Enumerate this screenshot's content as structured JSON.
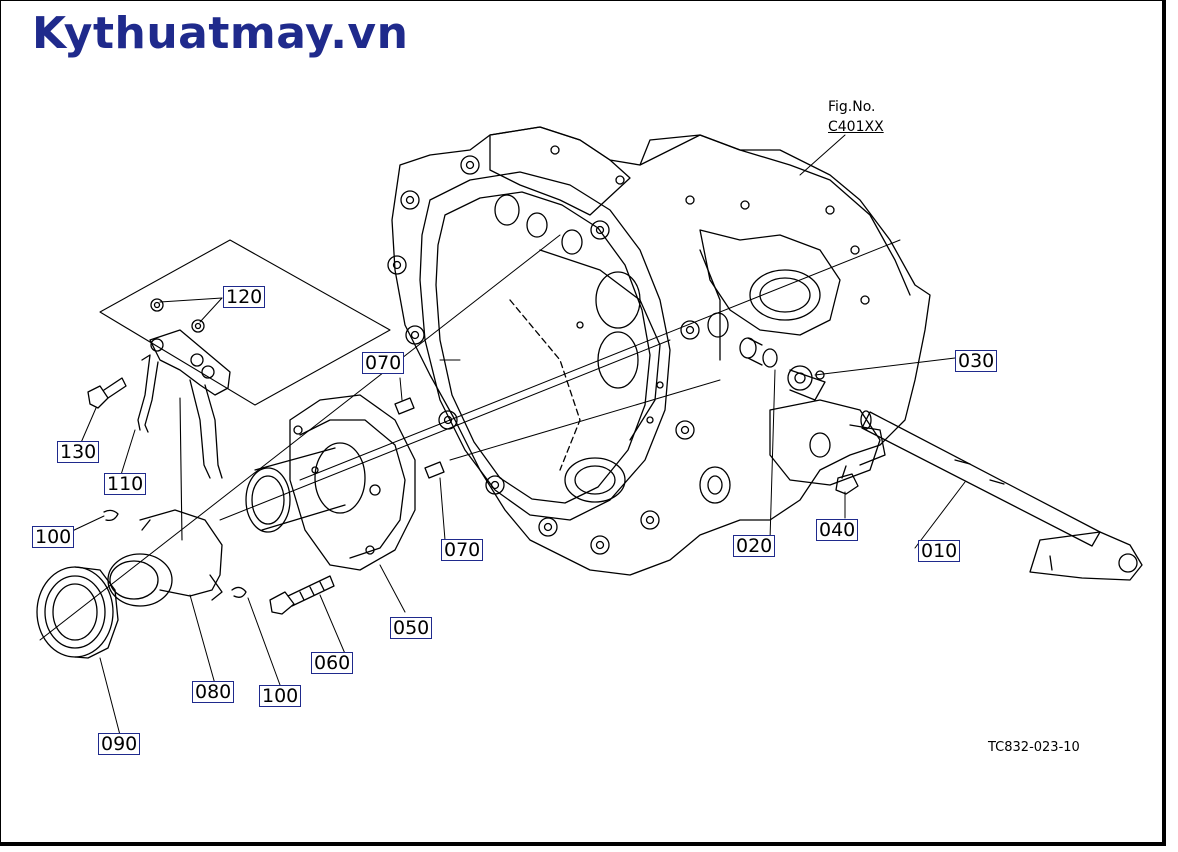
{
  "brand": {
    "text": "Kythuatmay.vn",
    "color": "#1f2a8c"
  },
  "figure": {
    "label": "Fig.No.",
    "code": "C401XX",
    "reference": "TC832-023-10"
  },
  "parts": {
    "p010": "010",
    "p020": "020",
    "p030": "030",
    "p040": "040",
    "p050": "050",
    "p060": "060",
    "p070a": "070",
    "p070b": "070",
    "p080": "080",
    "p090": "090",
    "p100a": "100",
    "p100b": "100",
    "p110": "110",
    "p120": "120",
    "p130": "130"
  }
}
